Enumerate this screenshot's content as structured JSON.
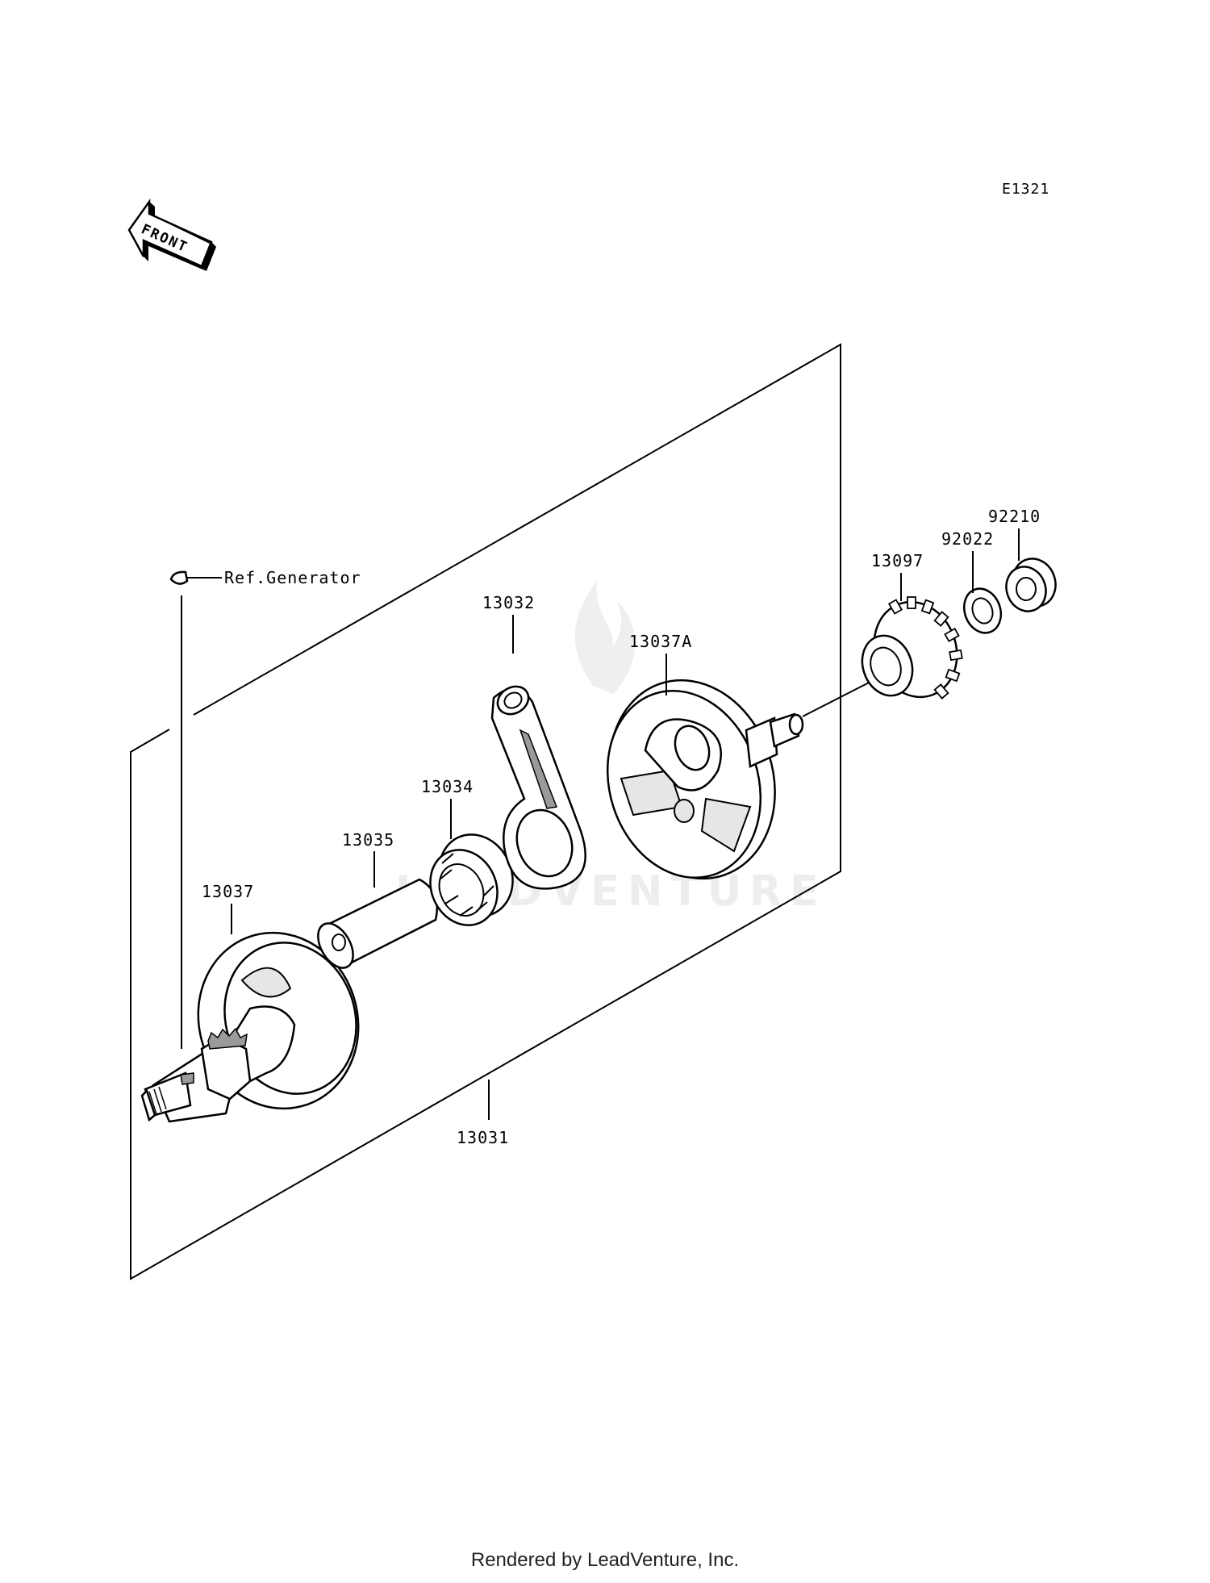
{
  "diagram_id": "E1321",
  "front_label": "FRONT",
  "watermark": "LEADVENTURE",
  "callouts": {
    "ref_generator": "Ref.Generator",
    "p92210": "92210",
    "p92022": "92022",
    "p13097": "13097",
    "p13032": "13032",
    "p13037A": "13037A",
    "p13034": "13034",
    "p13035": "13035",
    "p13037": "13037",
    "p13031": "13031"
  },
  "footer": "Rendered by LeadVenture, Inc."
}
